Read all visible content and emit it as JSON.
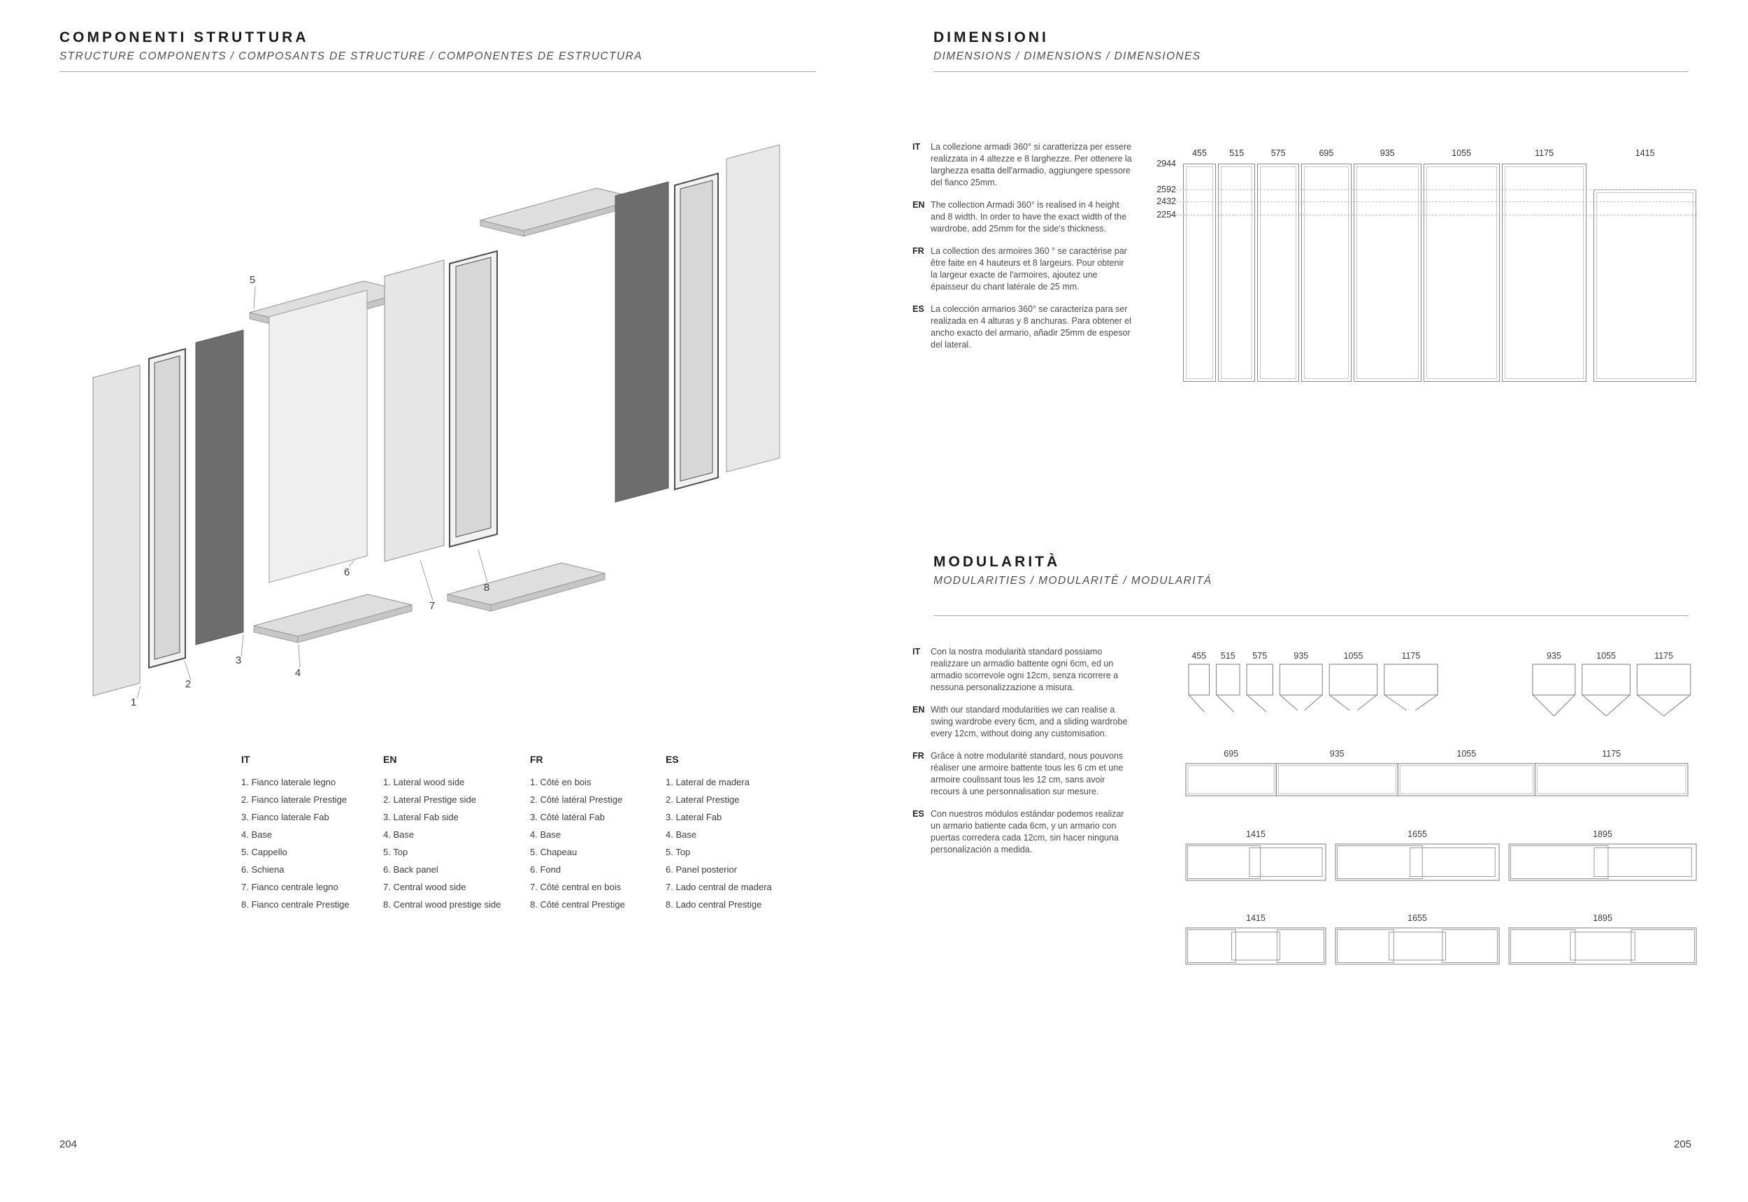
{
  "left_page": {
    "title": "COMPONENTI STRUTTURA",
    "subtitle": "STRUCTURE COMPONENTS / COMPOSANTS DE STRUCTURE / COMPONENTES DE ESTRUCTURA",
    "page_number": "204",
    "diagram_labels": [
      "1",
      "2",
      "3",
      "4",
      "5",
      "6",
      "7",
      "8"
    ],
    "legend_columns": [
      {
        "lang": "IT",
        "items": [
          "1. Fianco laterale legno",
          "2. Fianco laterale Prestige",
          "3. Fianco laterale Fab",
          "4. Base",
          "5. Cappello",
          "6. Schiena",
          "7. Fianco centrale legno",
          "8. Fianco centrale Prestige"
        ]
      },
      {
        "lang": "EN",
        "items": [
          "1. Lateral wood side",
          "2. Lateral Prestige side",
          "3. Lateral Fab side",
          "4. Base",
          "5. Top",
          "6. Back panel",
          "7. Central wood side",
          "8. Central wood prestige side"
        ]
      },
      {
        "lang": "FR",
        "items": [
          "1. Côté en bois",
          "2. Côté latéral Prestige",
          "3. Côté latéral Fab",
          "4. Base",
          "5. Chapeau",
          "6. Fond",
          "7. Côté central en bois",
          "8. Côté central Prestige"
        ]
      },
      {
        "lang": "ES",
        "items": [
          "1. Lateral de madera",
          "2. Lateral Prestige",
          "3. Lateral Fab",
          "4. Base",
          "5. Top",
          "6. Panel posterior",
          "7. Lado central de madera",
          "8. Lado central Prestige"
        ]
      }
    ]
  },
  "right_page": {
    "page_number": "205",
    "dimensions": {
      "title": "DIMENSIONI",
      "subtitle": "DIMENSIONS / DIMENSIONS / DIMENSIONES",
      "paragraphs": [
        {
          "lang": "IT",
          "text": "La collezione armadi 360° si caratterizza per essere realizzata in 4 altezze e 8 larghezze. Per ottenere la larghezza esatta dell'armadio, aggiungere spessore del fianco 25mm."
        },
        {
          "lang": "EN",
          "text": "The collection Armadi 360° is realised in 4 height and 8 width. In order to have the exact width of the wardrobe, add 25mm for the side's thickness."
        },
        {
          "lang": "FR",
          "text": "La collection des armoires 360 ° se caractérise par être faite en 4 hauteurs et 8 largeurs. Pour obtenir la largeur exacte de l'armoires, ajoutez une épaisseur du chant latérale de 25 mm."
        },
        {
          "lang": "ES",
          "text": "La colección armarios 360° se caracteriza para ser realizada en 4 alturas y 8 anchuras. Para obtener el ancho exacto del armario, añadir 25mm de espesor del lateral."
        }
      ],
      "widths": [
        455,
        515,
        575,
        695,
        935,
        1055,
        1175,
        1415
      ],
      "heights": [
        2944,
        2592,
        2432,
        2254
      ]
    },
    "modularity": {
      "title": "MODULARITÀ",
      "subtitle": "MODULARITIES / MODULARITÉ / MODULARITÁ",
      "paragraphs": [
        {
          "lang": "IT",
          "text": "Con la nostra modularità standard possiamo realizzare un armadio battente ogni 6cm, ed un armadio scorrevole ogni 12cm, senza ricorrere a nessuna personalizzazione a misura."
        },
        {
          "lang": "EN",
          "text": "With our standard modularities we can realise a swing wardrobe every 6cm, and a sliding wardrobe every 12cm, without doing any customisation."
        },
        {
          "lang": "FR",
          "text": "Grâce à notre modularité standard, nous pouvons réaliser une armoire battente tous les 6 cm et une armoire coulissant tous les 12 cm, sans avoir recours à une personnalisation sur mesure."
        },
        {
          "lang": "ES",
          "text": "Con nuestros módulos estándar podemos realizar un armario batiente cada 6cm, y un armario con puertas corredera cada 12cm, sin hacer ninguna personalización a medida."
        }
      ],
      "row1_left": [
        455,
        515,
        575,
        935,
        1055,
        1175
      ],
      "row1_right": [
        935,
        1055,
        1175
      ],
      "row2": [
        695,
        935,
        1055,
        1175
      ],
      "row3": [
        1415,
        1655,
        1895
      ],
      "row4": [
        1415,
        1655,
        1895
      ]
    }
  }
}
